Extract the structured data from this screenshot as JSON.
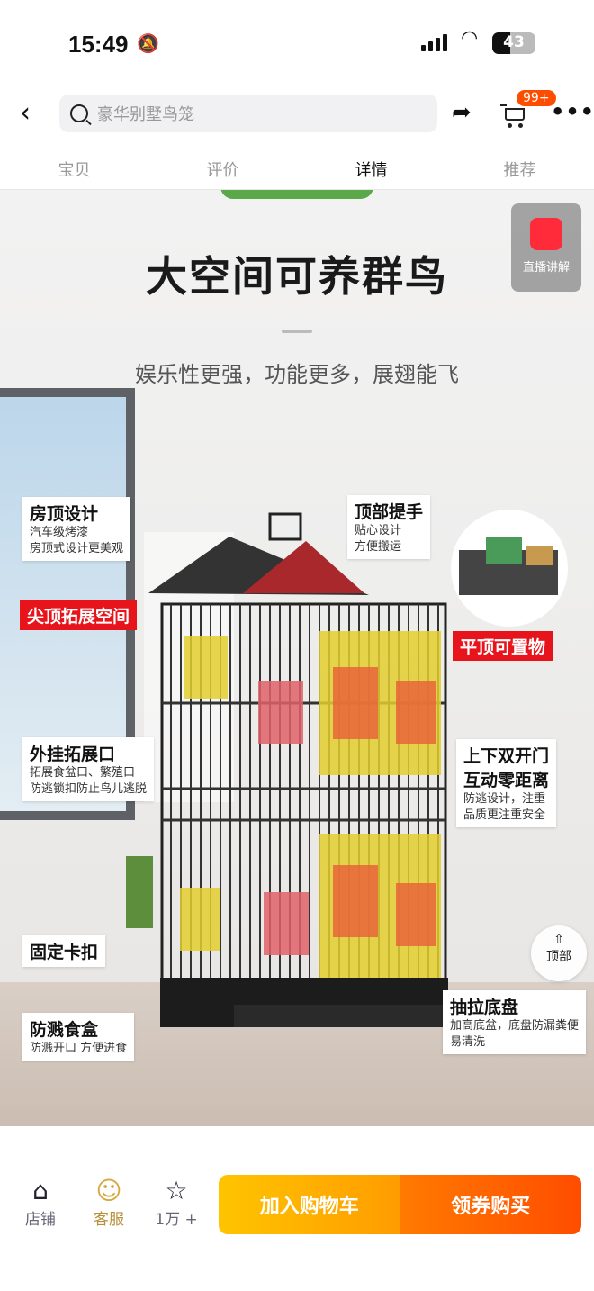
{
  "status": {
    "time": "15:49",
    "battery": "43"
  },
  "header": {
    "search_placeholder": "豪华别墅鸟笼",
    "cart_badge": "99+"
  },
  "tabs": [
    {
      "label": "宝贝"
    },
    {
      "label": "评价"
    },
    {
      "label": "详情",
      "active": true
    },
    {
      "label": "推荐"
    }
  ],
  "detail": {
    "title": "大空间可养群鸟",
    "subtitle": "娱乐性更强，功能更多，展翅能飞",
    "callouts": {
      "roof": {
        "h": "房顶设计",
        "d1": "汽车级烤漆",
        "d2": "房顶式设计更美观"
      },
      "handle": {
        "h": "顶部提手",
        "d1": "贴心设计",
        "d2": "方便搬运"
      },
      "peak": "尖顶拓展空间",
      "flat": "平顶可置物",
      "ext": {
        "h": "外挂拓展口",
        "d1": "拓展食盆口、繁殖口",
        "d2": "防逃锁扣防止鸟儿逃脱"
      },
      "doors": {
        "h1": "上下双开门",
        "h2": "互动零距离",
        "d1": "防逃设计，注重",
        "d2": "品质更注重安全"
      },
      "clip": {
        "h": "固定卡扣"
      },
      "feeder": {
        "h": "防溅食盒",
        "d1": "防溅开口 方便进食"
      },
      "tray": {
        "h": "抽拉底盘",
        "d1": "加高底盆，底盘防漏粪便",
        "d2": "易清洗"
      }
    }
  },
  "float": {
    "live": "直播讲解",
    "top": "顶部"
  },
  "bottom": {
    "shop": "店铺",
    "service": "客服",
    "fav": "1万 +",
    "add_cart": "加入购物车",
    "buy": "领券购买"
  },
  "colors": {
    "accent": "#ff4d00",
    "yellow": "#ffc400",
    "red": "#e8141c"
  }
}
